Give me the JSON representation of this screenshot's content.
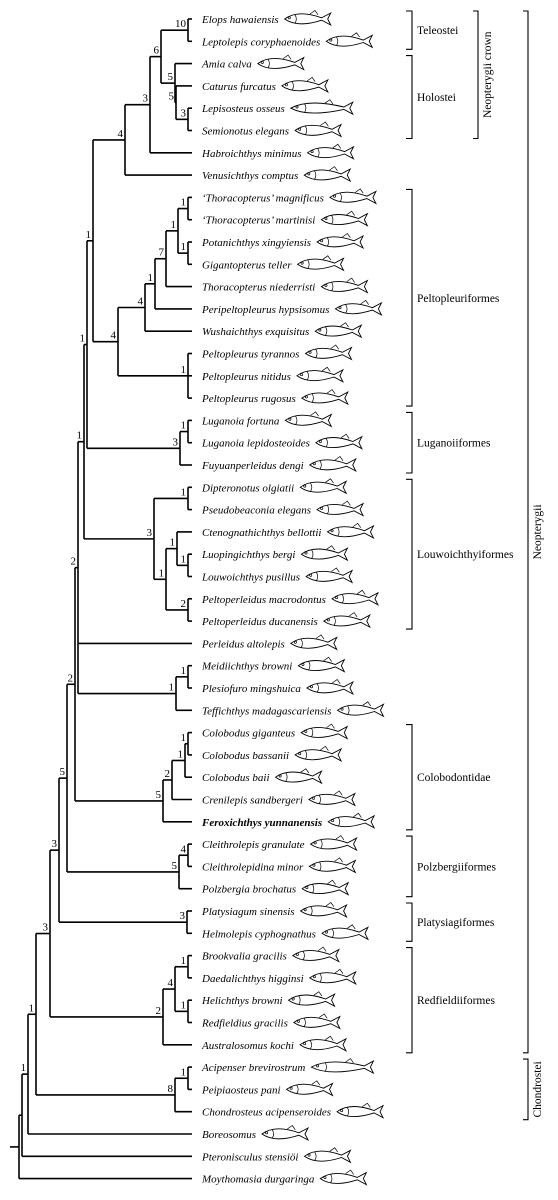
{
  "tree": {
    "leaves": [
      {
        "name": "Elops hawaiensis"
      },
      {
        "name": "Leptolepis coryphaenoides"
      },
      {
        "name": "Amia calva"
      },
      {
        "name": "Caturus furcatus"
      },
      {
        "name": "Lepisosteus osseus"
      },
      {
        "name": "Semionotus elegans"
      },
      {
        "name": "Habroichthys minimus"
      },
      {
        "name": "Venusichthys comptus"
      },
      {
        "name": "‘Thoracopterus’ magnificus"
      },
      {
        "name": "‘Thoracopterus’ martinisi"
      },
      {
        "name": "Potanichthys xingyiensis"
      },
      {
        "name": "Gigantopterus teller"
      },
      {
        "name": "Thoracopterus niederristi"
      },
      {
        "name": "Peripeltopleurus hypsisomus"
      },
      {
        "name": "Wushaichthys exquisitus"
      },
      {
        "name": "Peltopleurus tyrannos"
      },
      {
        "name": "Peltopleurus nitidus"
      },
      {
        "name": "Peltopleurus rugosus"
      },
      {
        "name": "Luganoia fortuna"
      },
      {
        "name": "Luganoia lepidosteoides"
      },
      {
        "name": "Fuyuanperleidus dengi"
      },
      {
        "name": "Dipteronotus olgiatii"
      },
      {
        "name": "Pseudobeaconia elegans"
      },
      {
        "name": "Ctenognathichthys bellottii"
      },
      {
        "name": "Luopingichthys bergi"
      },
      {
        "name": "Louwoichthys pusillus"
      },
      {
        "name": "Peltoperleidus macrodontus"
      },
      {
        "name": "Peltoperleidus ducanensis"
      },
      {
        "name": "Perleidus altolepis"
      },
      {
        "name": "Meidiichthys browni"
      },
      {
        "name": "Plesiofuro mingshuica"
      },
      {
        "name": "Teffichthys madagascariensis"
      },
      {
        "name": "Colobodus giganteus"
      },
      {
        "name": "Colobodus bassanii"
      },
      {
        "name": "Colobodus baii"
      },
      {
        "name": "Crenilepis sandbergeri"
      },
      {
        "name": "Feroxichthys yunnanensis",
        "bold": true
      },
      {
        "name": "Cleithrolepis granulate"
      },
      {
        "name": "Cleithrolepidina minor"
      },
      {
        "name": "Polzbergia brochatus"
      },
      {
        "name": "Platysiagum sinensis"
      },
      {
        "name": "Helmolepis cyphognathus"
      },
      {
        "name": "Brookvalia gracilis"
      },
      {
        "name": "Daedalichthys higginsi"
      },
      {
        "name": "Helichthys browni"
      },
      {
        "name": "Redfieldius gracilis"
      },
      {
        "name": "Australosomus kochi"
      },
      {
        "name": "Acipenser brevirostrum"
      },
      {
        "name": "Peipiaosteus pani"
      },
      {
        "name": "Chondrosteus acipenseroides"
      },
      {
        "name": "Boreosomus"
      },
      {
        "name": "Pteronisculus stensiöi"
      },
      {
        "name": "Moythomasia durgaringa"
      }
    ],
    "nodes": [
      {
        "id": "n1",
        "children": [
          0,
          1
        ],
        "support": "10"
      },
      {
        "id": "n2",
        "children": [
          4,
          5
        ],
        "support": "3"
      },
      {
        "id": "n3",
        "children": [
          3,
          "n2"
        ],
        "support": "5"
      },
      {
        "id": "n4",
        "children": [
          2,
          "n3"
        ],
        "support": "5"
      },
      {
        "id": "n5",
        "children": [
          "n1",
          "n4"
        ],
        "support": "6"
      },
      {
        "id": "n6",
        "children": [
          "n5",
          6
        ],
        "support": "3"
      },
      {
        "id": "n7",
        "children": [
          "n6",
          7
        ],
        "support": "4"
      },
      {
        "id": "n8",
        "children": [
          8,
          9
        ],
        "support": "1"
      },
      {
        "id": "n9",
        "children": [
          10,
          11
        ],
        "support": "1"
      },
      {
        "id": "n10",
        "children": [
          "n8",
          "n9"
        ],
        "support": "1"
      },
      {
        "id": "n11",
        "children": [
          "n10",
          12
        ],
        "support": "7"
      },
      {
        "id": "n12",
        "children": [
          "n11",
          13
        ],
        "support": "1"
      },
      {
        "id": "n13",
        "children": [
          "n12",
          14
        ],
        "support": "4"
      },
      {
        "id": "n14",
        "children": [
          15,
          16,
          17
        ],
        "support": "1"
      },
      {
        "id": "n15",
        "children": [
          "n13",
          "n14"
        ],
        "support": "4"
      },
      {
        "id": "n16",
        "children": [
          "n7",
          "n15"
        ],
        "support": "1"
      },
      {
        "id": "n17",
        "children": [
          18,
          19
        ],
        "support": "1"
      },
      {
        "id": "n18",
        "children": [
          "n17",
          20
        ],
        "support": "3"
      },
      {
        "id": "n19",
        "children": [
          "n16",
          "n18"
        ],
        "support": "1"
      },
      {
        "id": "n20",
        "children": [
          21,
          22
        ],
        "support": "1"
      },
      {
        "id": "n21",
        "children": [
          24,
          25
        ],
        "support": "1"
      },
      {
        "id": "n22",
        "children": [
          23,
          "n21"
        ],
        "support": "1"
      },
      {
        "id": "n23",
        "children": [
          26,
          27
        ],
        "support": "2"
      },
      {
        "id": "n24",
        "children": [
          "n22",
          "n23"
        ],
        "support": "1"
      },
      {
        "id": "n25",
        "children": [
          "n20",
          "n24"
        ],
        "support": "3"
      },
      {
        "id": "n26",
        "children": [
          "n19",
          "n25"
        ],
        "support": "1"
      },
      {
        "id": "n27",
        "children": [
          29,
          30
        ],
        "support": "1"
      },
      {
        "id": "n28",
        "children": [
          "n27",
          31
        ],
        "support": "1"
      },
      {
        "id": "n29",
        "children": [
          "n26",
          28,
          "n28"
        ],
        "support": "2"
      },
      {
        "id": "n30",
        "children": [
          32,
          33
        ],
        "support": "1"
      },
      {
        "id": "n31",
        "children": [
          "n30",
          34
        ],
        "support": "1"
      },
      {
        "id": "n32",
        "children": [
          "n31",
          35
        ],
        "support": "2"
      },
      {
        "id": "n33",
        "children": [
          "n32",
          36
        ],
        "support": "5"
      },
      {
        "id": "n34",
        "children": [
          "n29",
          "n33"
        ],
        "support": "2"
      },
      {
        "id": "n35",
        "children": [
          37,
          38
        ],
        "support": "4"
      },
      {
        "id": "n36",
        "children": [
          "n35",
          39
        ],
        "support": "5"
      },
      {
        "id": "n37",
        "children": [
          "n34",
          "n36"
        ],
        "support": "5"
      },
      {
        "id": "n38",
        "children": [
          40,
          41
        ],
        "support": "3"
      },
      {
        "id": "n39",
        "children": [
          "n37",
          "n38"
        ],
        "support": "3"
      },
      {
        "id": "n40",
        "children": [
          42,
          43
        ],
        "support": "1"
      },
      {
        "id": "n41",
        "children": [
          44,
          45
        ],
        "support": "1"
      },
      {
        "id": "n42",
        "children": [
          "n40",
          "n41"
        ],
        "support": "4"
      },
      {
        "id": "n43",
        "children": [
          "n42",
          46
        ],
        "support": "2"
      },
      {
        "id": "n44",
        "children": [
          "n39",
          "n43"
        ],
        "support": "3"
      },
      {
        "id": "n45",
        "children": [
          47,
          48
        ],
        "support": "1"
      },
      {
        "id": "n46",
        "children": [
          "n45",
          49
        ],
        "support": "8"
      },
      {
        "id": "n47",
        "children": [
          "n44",
          "n46"
        ],
        "support": "1"
      },
      {
        "id": "n48",
        "children": [
          "n47",
          50
        ],
        "support": "1"
      },
      {
        "id": "n49",
        "children": [
          "n48",
          51
        ],
        "support": ""
      },
      {
        "id": "n50",
        "children": [
          "n49",
          52
        ],
        "support": ""
      }
    ]
  },
  "groups": [
    {
      "label": "Teleostei",
      "from": 0,
      "to": 1
    },
    {
      "label": "Holostei",
      "from": 2,
      "to": 5
    },
    {
      "label": "Peltopleuriformes",
      "from": 8,
      "to": 17
    },
    {
      "label": "Luganoiiformes",
      "from": 18,
      "to": 20
    },
    {
      "label": "Louwoichthyiformes",
      "from": 21,
      "to": 27
    },
    {
      "label": "Colobodontidae",
      "from": 32,
      "to": 36
    },
    {
      "label": "Polzbergiiformes",
      "from": 37,
      "to": 39
    },
    {
      "label": "Platysiagiformes",
      "from": 40,
      "to": 41
    },
    {
      "label": "Redfieldiiformes",
      "from": 42,
      "to": 46
    }
  ],
  "vertical_groups": [
    {
      "label": "Neopterygii crown",
      "from": 0,
      "to": 5
    },
    {
      "label": "Neopterygii",
      "from": 0,
      "to": 46
    },
    {
      "label": "Chondrostei",
      "from": 47,
      "to": 49
    }
  ]
}
